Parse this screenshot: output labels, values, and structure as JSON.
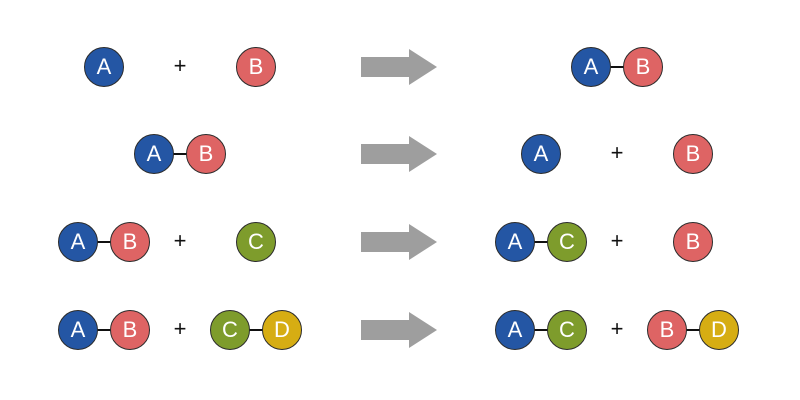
{
  "colors": {
    "A": "#2456a4",
    "B": "#de6464",
    "C": "#7e9c2c",
    "D": "#d6ad13",
    "arrow": "#9e9e9e"
  },
  "plus_symbol": "+",
  "reactions": [
    {
      "reactants": [
        [
          "A"
        ],
        [
          "B"
        ]
      ],
      "products": [
        [
          "A",
          "B"
        ]
      ]
    },
    {
      "reactants": [
        [
          "A",
          "B"
        ]
      ],
      "products": [
        [
          "A"
        ],
        [
          "B"
        ]
      ]
    },
    {
      "reactants": [
        [
          "A",
          "B"
        ],
        [
          "C"
        ]
      ],
      "products": [
        [
          "A",
          "C"
        ],
        [
          "B"
        ]
      ]
    },
    {
      "reactants": [
        [
          "A",
          "B"
        ],
        [
          "C",
          "D"
        ]
      ],
      "products": [
        [
          "A",
          "C"
        ],
        [
          "B",
          "D"
        ]
      ]
    }
  ]
}
